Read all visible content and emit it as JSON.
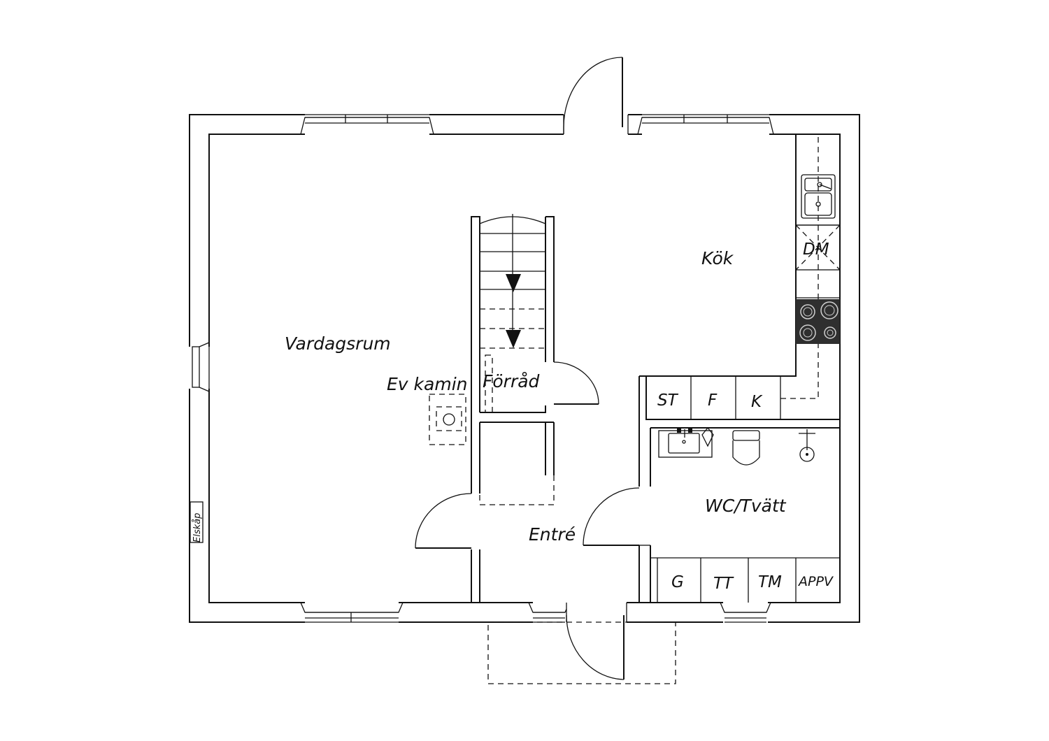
{
  "rooms": {
    "vardagsrum": "Vardagsrum",
    "kok": "Kök",
    "forrad": "Förråd",
    "wc": "WC/Tvätt",
    "entre": "Entré"
  },
  "annotations": {
    "kamin": "Ev kamin",
    "elskap": "Elskåp"
  },
  "appliances": {
    "dm": "DM",
    "st": "ST",
    "f": "F",
    "k": "K",
    "g": "G",
    "tt": "TT",
    "tm": "TM",
    "appv": "APPV"
  }
}
